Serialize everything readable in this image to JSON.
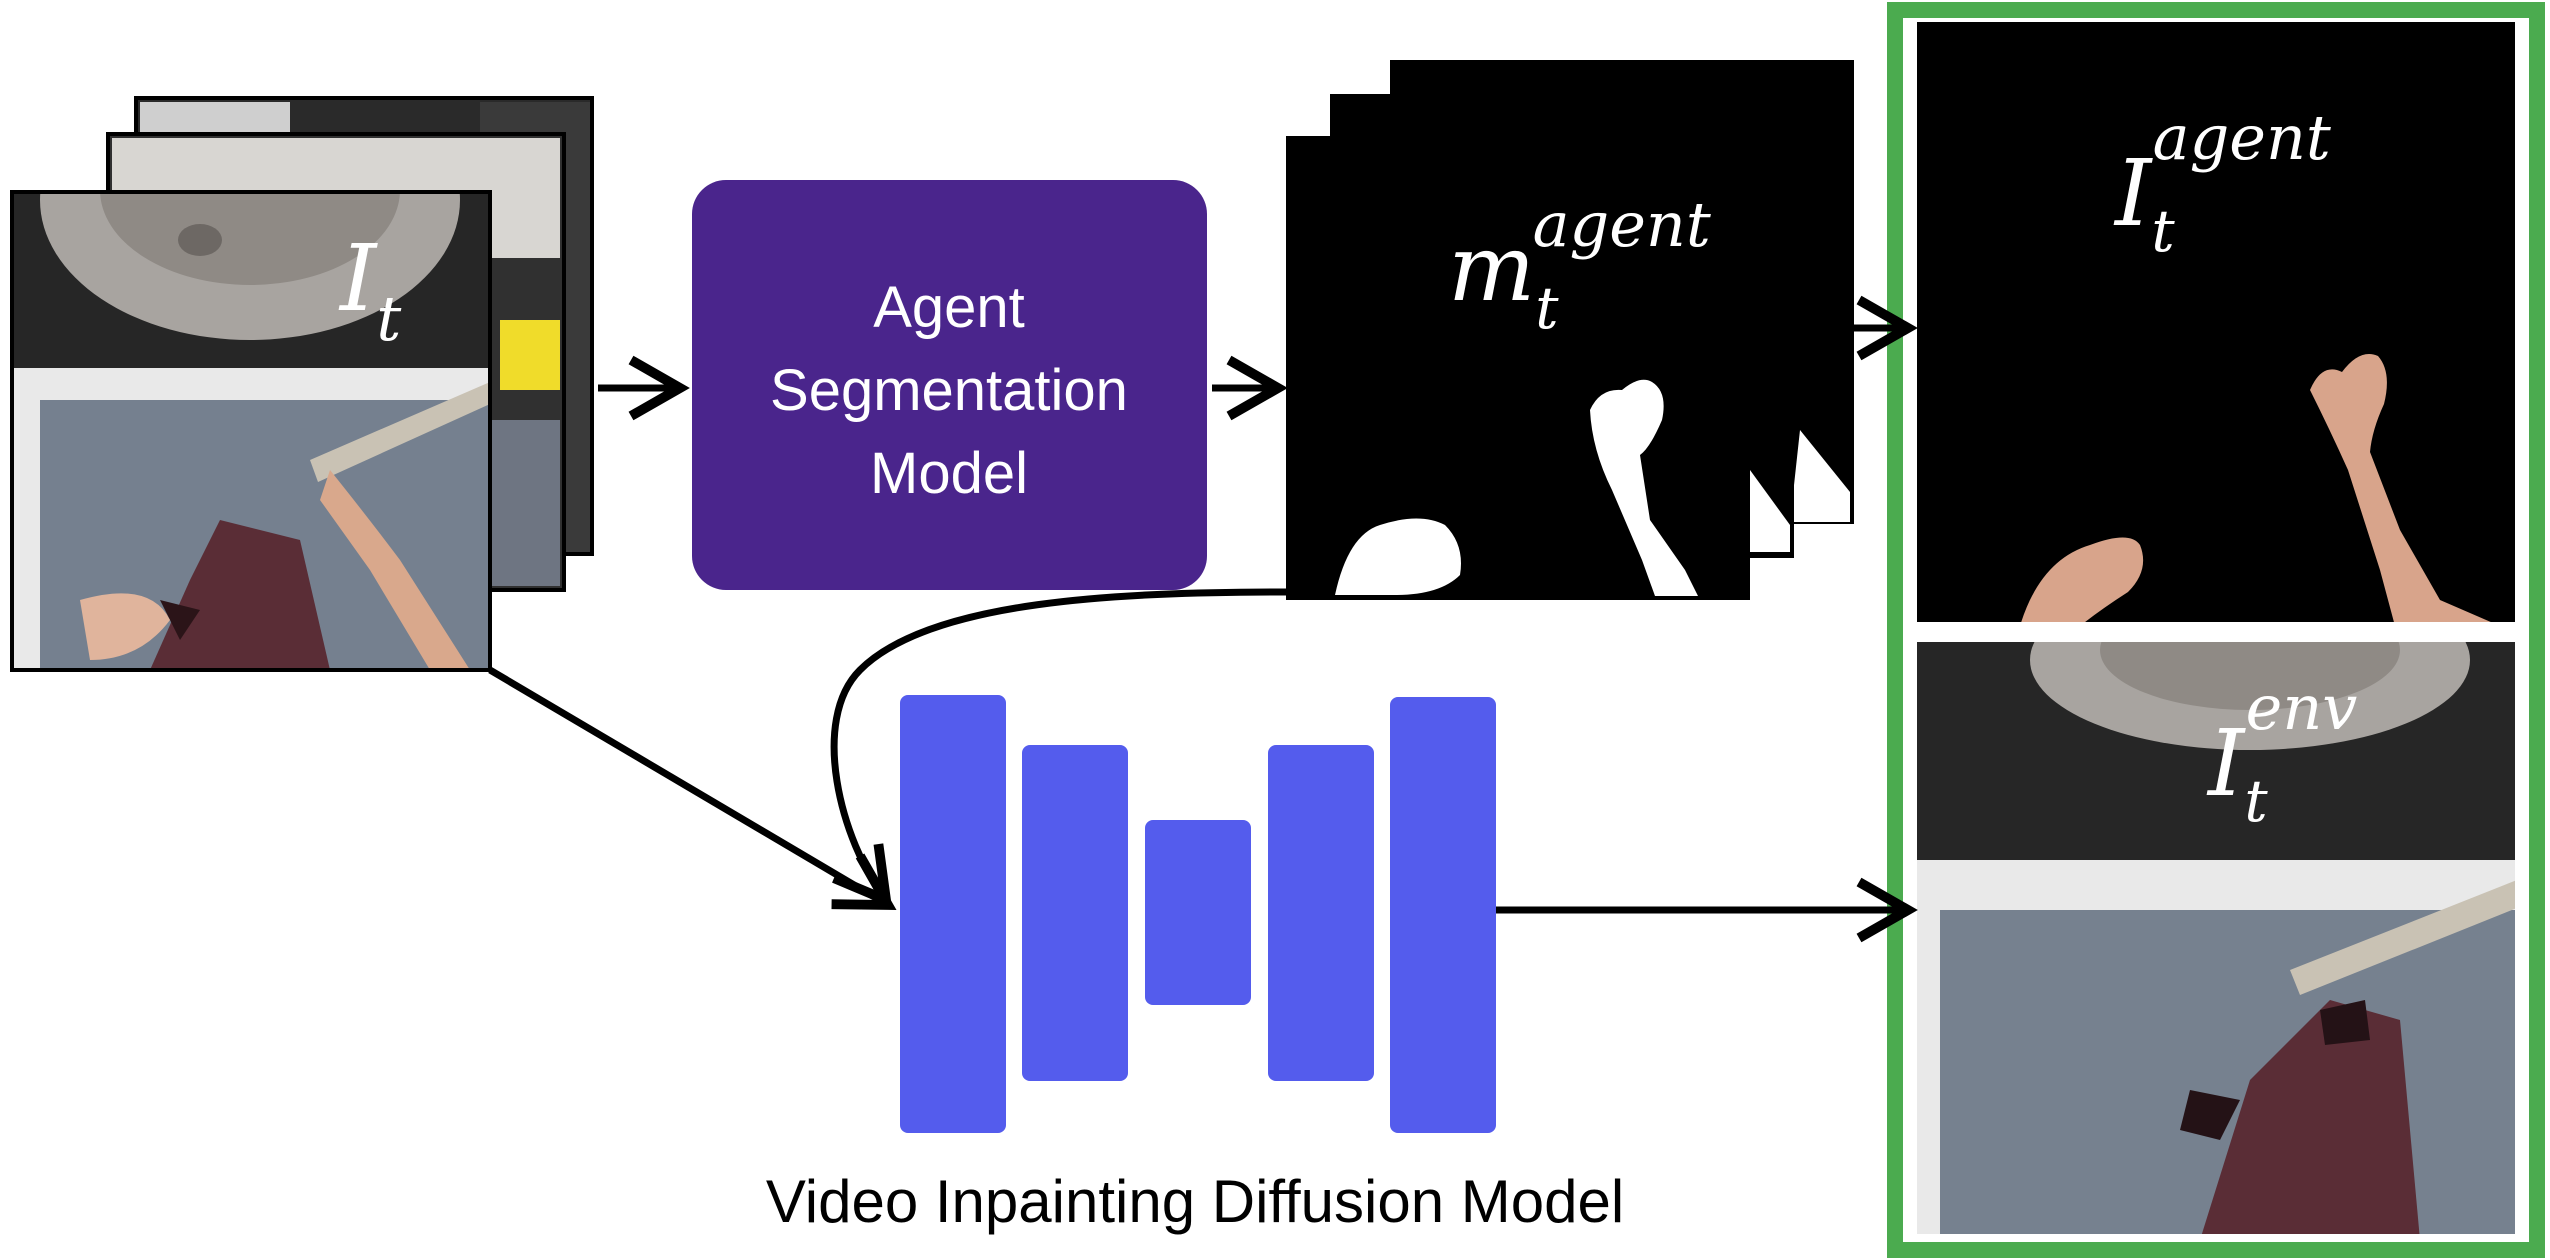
{
  "input": {
    "symbol_base": "I",
    "symbol_sub": "t"
  },
  "segmentation_model": {
    "line1": "Agent",
    "line2": "Segmentation",
    "line3": "Model"
  },
  "mask": {
    "symbol_base": "m",
    "symbol_sub": "t",
    "symbol_sup": "agent"
  },
  "output_agent": {
    "symbol_base": "I",
    "symbol_sub": "t",
    "symbol_sup": "agent"
  },
  "output_env": {
    "symbol_base": "I",
    "symbol_sub": "t",
    "symbol_sup": "env"
  },
  "diffusion_model": {
    "caption": "Video Inpainting Diffusion Model"
  },
  "colors": {
    "segmentation_box": "#4a258c",
    "unet_blocks": "#545ced",
    "output_border": "#4bab4f",
    "arrows": "#000000"
  }
}
